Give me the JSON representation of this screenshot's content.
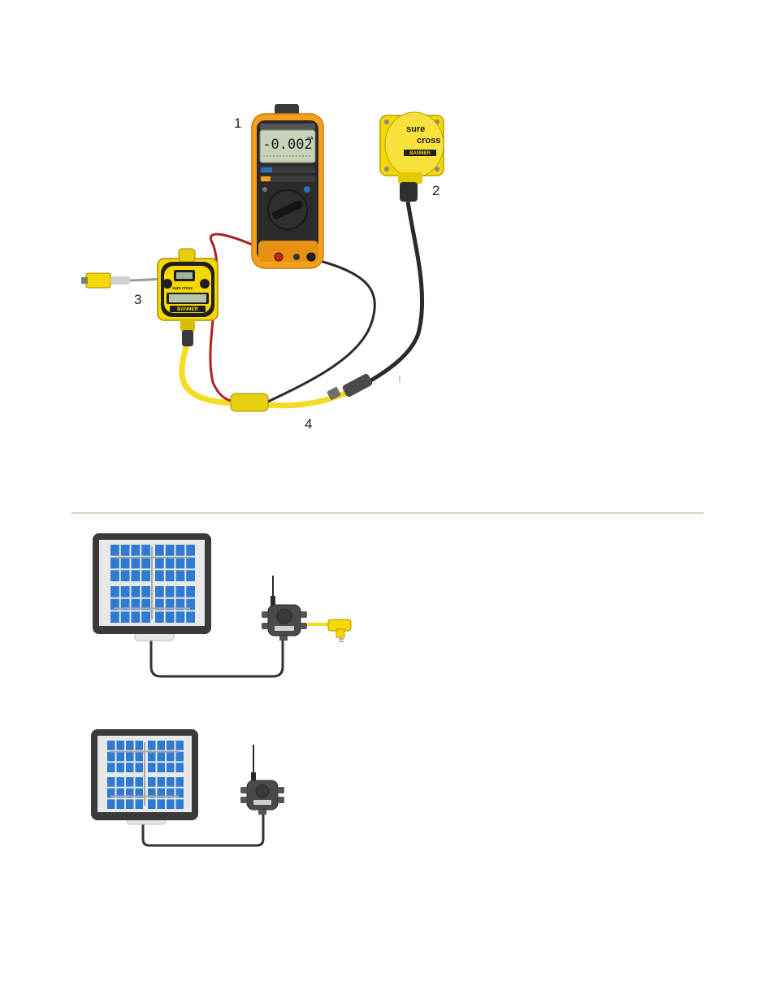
{
  "figure1": {
    "callouts": [
      "1",
      "2",
      "3",
      "4"
    ],
    "meter": {
      "reading": "-0.002",
      "unit": "mA"
    },
    "node_brand": "sure cross",
    "node_maker": "BANNER",
    "gateway_maker": "BANNER"
  },
  "colors": {
    "accent_yellow": "#f5d800",
    "meter_orange": "#f4a01c",
    "cable_yellow": "#f3dc21",
    "cable_black": "#2a2a2a",
    "cable_red": "#b21f1f",
    "solar_blue": "#2f7bd1",
    "divider_green": "#c9dcc0"
  }
}
